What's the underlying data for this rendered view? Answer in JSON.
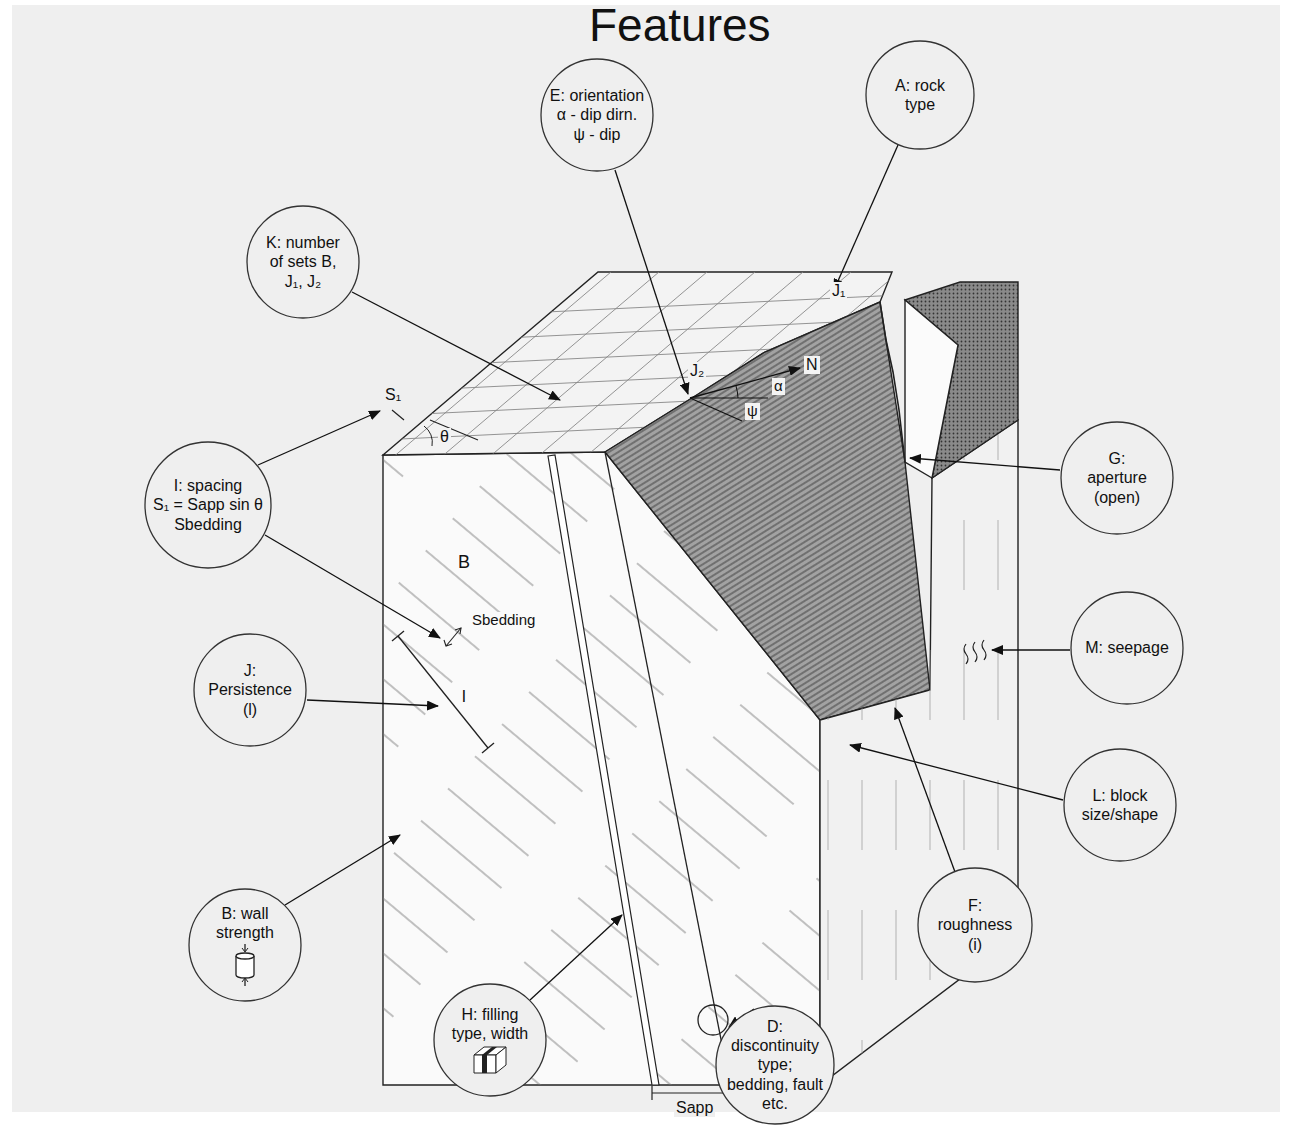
{
  "diagram": {
    "title": "Features",
    "nodes": [
      {
        "text": [
          "E: orientation α - dip dirn. ψ - dip"
        ]
      },
      {
        "text": [
          "A: rock type"
        ]
      },
      {
        "text": [
          "K: number of sets B, J₁, J₂"
        ]
      },
      {
        "text": [
          "I: spacing",
          "S₁ = Sapp sin θ",
          "Sbedding"
        ]
      },
      {
        "text": [
          "G: aperture (open)"
        ]
      },
      {
        "text": [
          "J: Persistence (l)"
        ]
      },
      {
        "text": [
          "M: seepage"
        ]
      },
      {
        "text": [
          "L: block size/shape"
        ]
      },
      {
        "text": [
          "B: wall strength"
        ]
      },
      {
        "text": [
          "H: filling type, width"
        ]
      },
      {
        "text": [
          "D: discontinuity type; bedding, fault etc."
        ]
      },
      {
        "text": [
          "F: roughness (i)"
        ]
      }
    ],
    "labels": [
      "J₁",
      "J₂",
      "N",
      "α",
      "ψ",
      "S₁",
      "θ",
      "B",
      "Sbedding",
      "l",
      "Sapp"
    ]
  }
}
